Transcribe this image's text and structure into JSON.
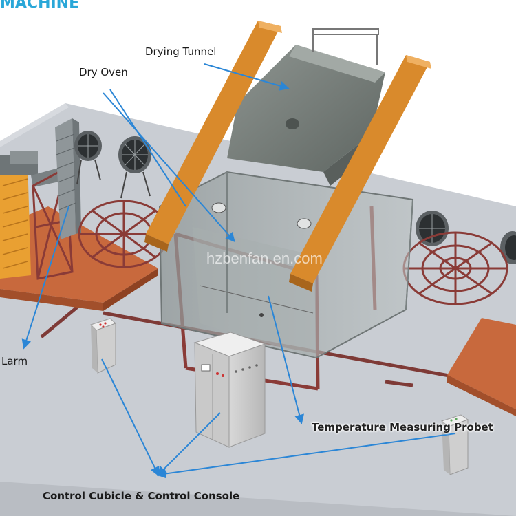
{
  "header": {
    "title_fragment": "MACHINE"
  },
  "labels": {
    "drying_tunnel": "Drying Tunnel",
    "dry_oven": "Dry Oven",
    "alarm": "Larm",
    "temperature_probe": "Temperature Measuring Probet",
    "control": "Control Cubicle & Control Console"
  },
  "watermark": "hzbenfan.en.com",
  "colors": {
    "title": "#2aa7d8",
    "leader_line": "#2b86d6",
    "beam": "#d98a2c",
    "floor": "#c9cdd3",
    "frame": "#8a3b37",
    "panel": "#e9a032"
  }
}
